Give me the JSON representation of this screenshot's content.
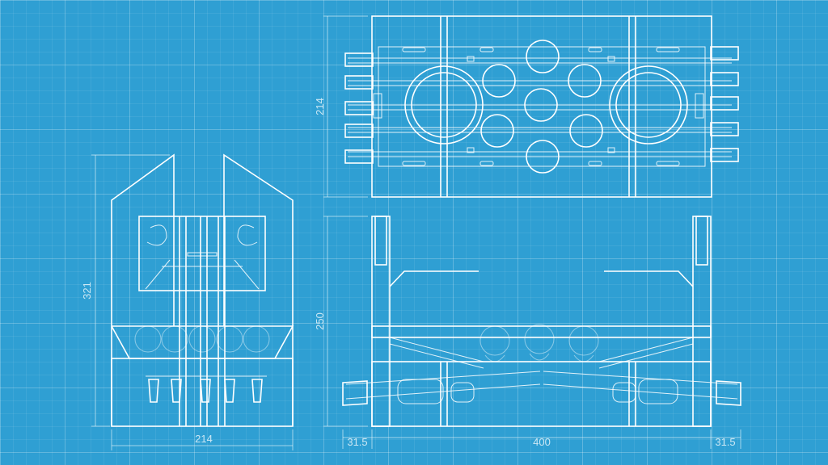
{
  "dimensions": {
    "top_view_height": "214",
    "side_view_height": "250",
    "front_view_height": "321",
    "front_view_width": "214",
    "side_left_offset": "31.5",
    "side_main_width": "400",
    "side_right_offset": "31.5"
  },
  "colors": {
    "background": "#2f9fd3",
    "line": "#ffffff"
  }
}
